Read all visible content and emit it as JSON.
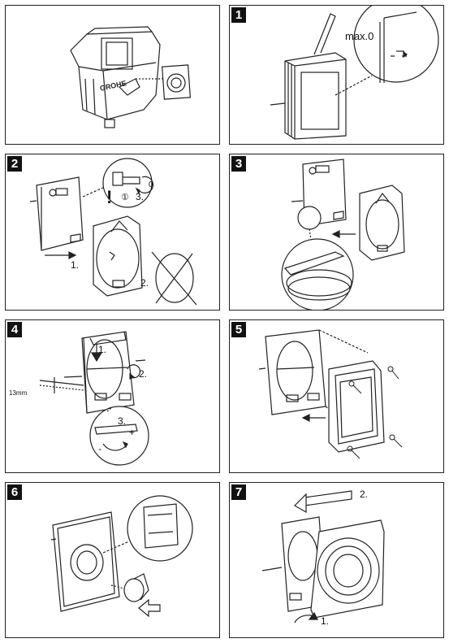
{
  "panels": [
    {
      "id": "0",
      "number": "",
      "labels": {
        "brand": "GROHE"
      }
    },
    {
      "id": "1",
      "number": "1",
      "labels": {
        "max": "max.0"
      }
    },
    {
      "id": "2",
      "number": "2",
      "labels": {
        "step1": "1.",
        "step2": "2.",
        "step3": "3.",
        "circ1": "①",
        "circ0": "0",
        "warn": "!"
      }
    },
    {
      "id": "3",
      "number": "3",
      "labels": {}
    },
    {
      "id": "4",
      "number": "4",
      "labels": {
        "step1": "1.",
        "step2": "2.",
        "step3": "3.",
        "dim": "13mm",
        "plus": "+",
        "minus": "-"
      }
    },
    {
      "id": "5",
      "number": "5",
      "labels": {}
    },
    {
      "id": "6",
      "number": "6",
      "labels": {}
    },
    {
      "id": "7",
      "number": "7",
      "labels": {
        "step1": "1.",
        "step2": "2."
      }
    }
  ],
  "colors": {
    "line": "#222222",
    "fill": "#ffffff",
    "shade": "#444444",
    "badge": "#111111"
  }
}
